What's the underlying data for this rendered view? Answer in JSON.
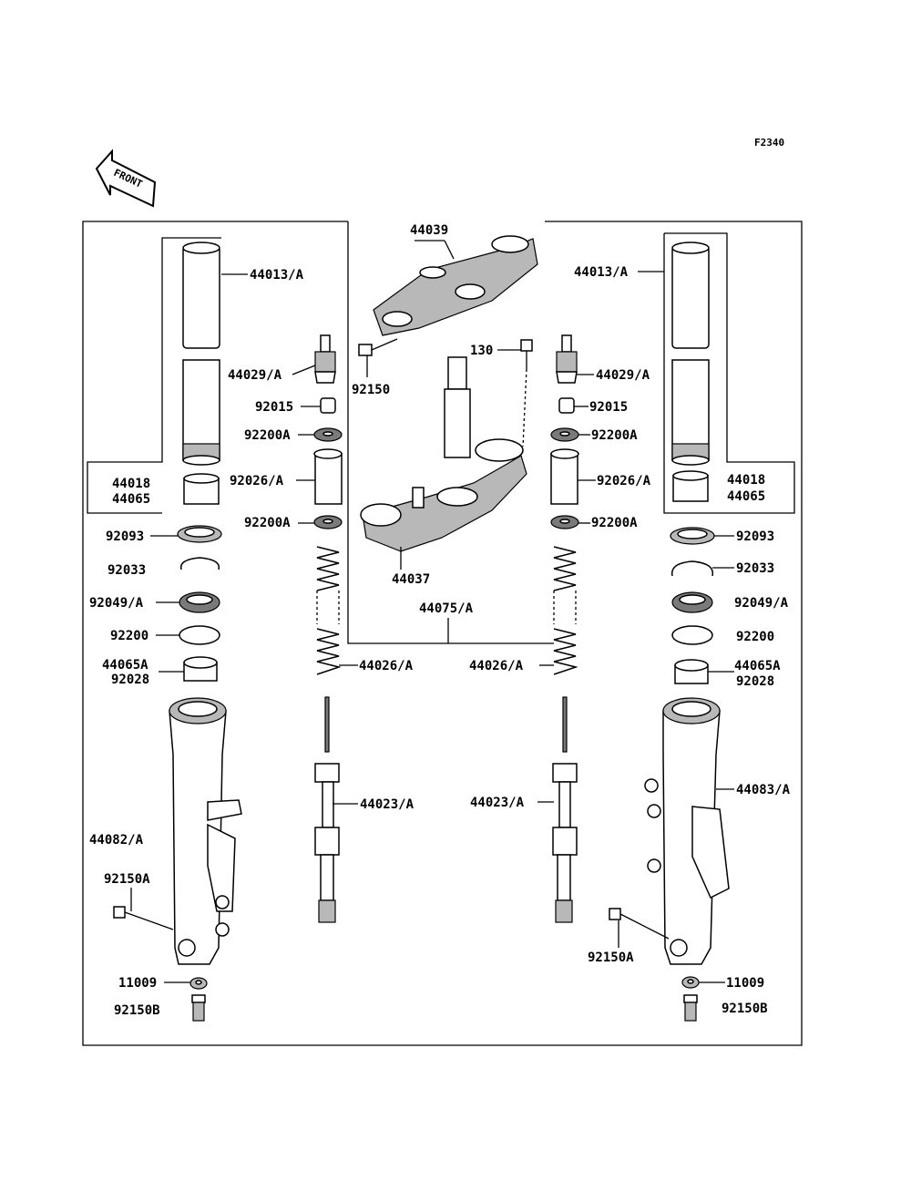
{
  "figure_code": "F2340",
  "front_arrow_label": "FRONT",
  "labels": {
    "l_44013": "44013/A",
    "r_44013": "44013/A",
    "l_44029": "44029/A",
    "r_44029": "44029/A",
    "l_92015": "92015",
    "r_92015": "92015",
    "l_92200A_1": "92200A",
    "r_92200A_1": "92200A",
    "l_92026": "92026/A",
    "r_92026": "92026/A",
    "l_92200A_2": "92200A",
    "r_92200A_2": "92200A",
    "l_44018": "44018",
    "l_44065": "44065",
    "r_44018": "44018",
    "r_44065": "44065",
    "l_92093": "92093",
    "r_92093": "92093",
    "l_92033": "92033",
    "r_92033": "92033",
    "l_92049": "92049/A",
    "r_92049": "92049/A",
    "l_92200": "92200",
    "r_92200": "92200",
    "l_44065A": "44065A",
    "l_92028": "92028",
    "r_44065A": "44065A",
    "r_92028": "92028",
    "l_44026": "44026/A",
    "r_44026": "44026/A",
    "c_44075": "44075/A",
    "l_44023": "44023/A",
    "r_44023": "44023/A",
    "l_44082": "44082/A",
    "r_44083": "44083/A",
    "l_92150A": "92150A",
    "r_92150A": "92150A",
    "l_11009": "11009",
    "r_11009": "11009",
    "l_92150B": "92150B",
    "r_92150B": "92150B",
    "c_44039": "44039",
    "c_92150": "92150",
    "c_130": "130",
    "c_44037": "44037"
  }
}
